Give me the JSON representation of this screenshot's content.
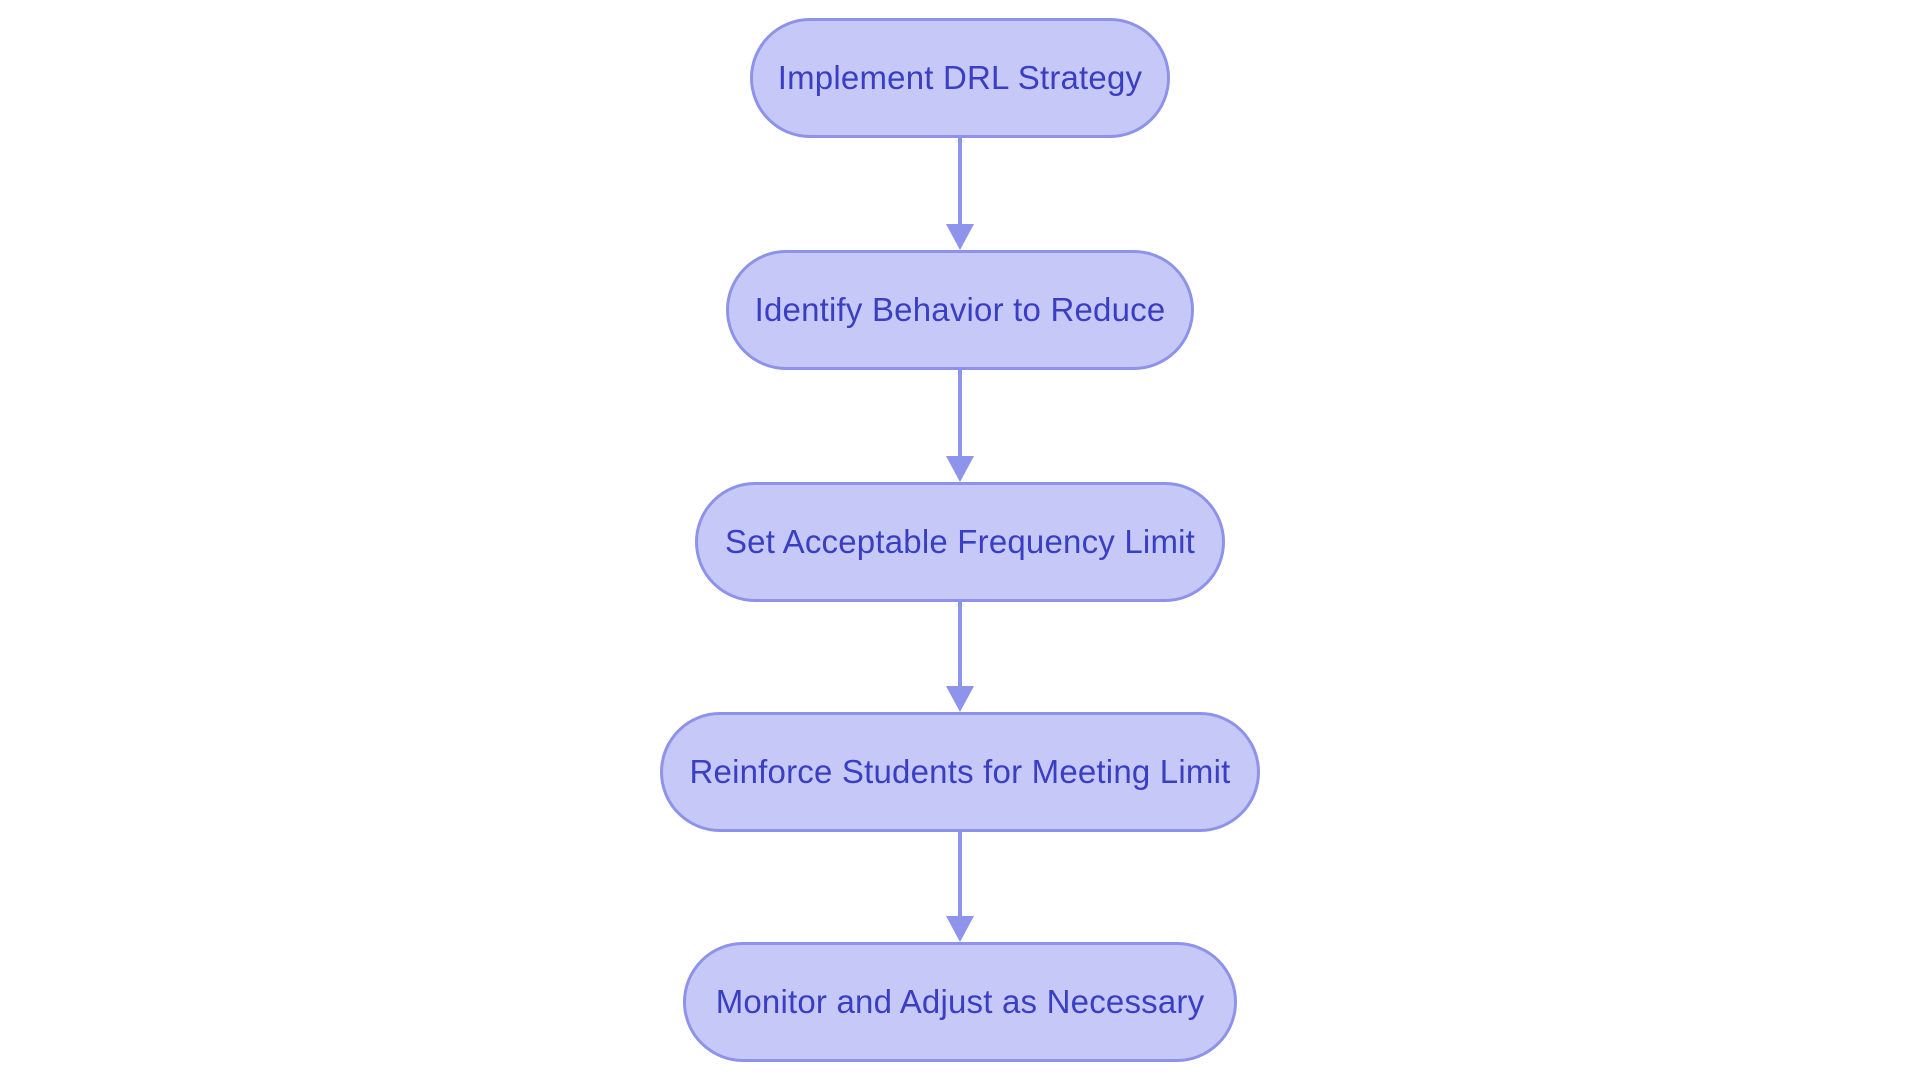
{
  "diagram": {
    "type": "flowchart",
    "direction": "top-down",
    "background": "#ffffff",
    "colors": {
      "node_fill": "#c6c9f8",
      "node_border": "#8e93e9",
      "node_text": "#3a3ec2",
      "arrow": "#8e93ec"
    },
    "nodes": [
      {
        "id": "implement-drl-strategy",
        "label": "Implement DRL Strategy"
      },
      {
        "id": "identify-behavior-to-reduce",
        "label": "Identify Behavior to Reduce"
      },
      {
        "id": "set-acceptable-frequency-limit",
        "label": "Set Acceptable Frequency Limit"
      },
      {
        "id": "reinforce-students-for-meeting-limit",
        "label": "Reinforce Students for Meeting Limit"
      },
      {
        "id": "monitor-and-adjust-as-necessary",
        "label": "Monitor and Adjust as Necessary"
      }
    ],
    "edges": [
      {
        "from": "implement-drl-strategy",
        "to": "identify-behavior-to-reduce"
      },
      {
        "from": "identify-behavior-to-reduce",
        "to": "set-acceptable-frequency-limit"
      },
      {
        "from": "set-acceptable-frequency-limit",
        "to": "reinforce-students-for-meeting-limit"
      },
      {
        "from": "reinforce-students-for-meeting-limit",
        "to": "monitor-and-adjust-as-necessary"
      }
    ]
  }
}
